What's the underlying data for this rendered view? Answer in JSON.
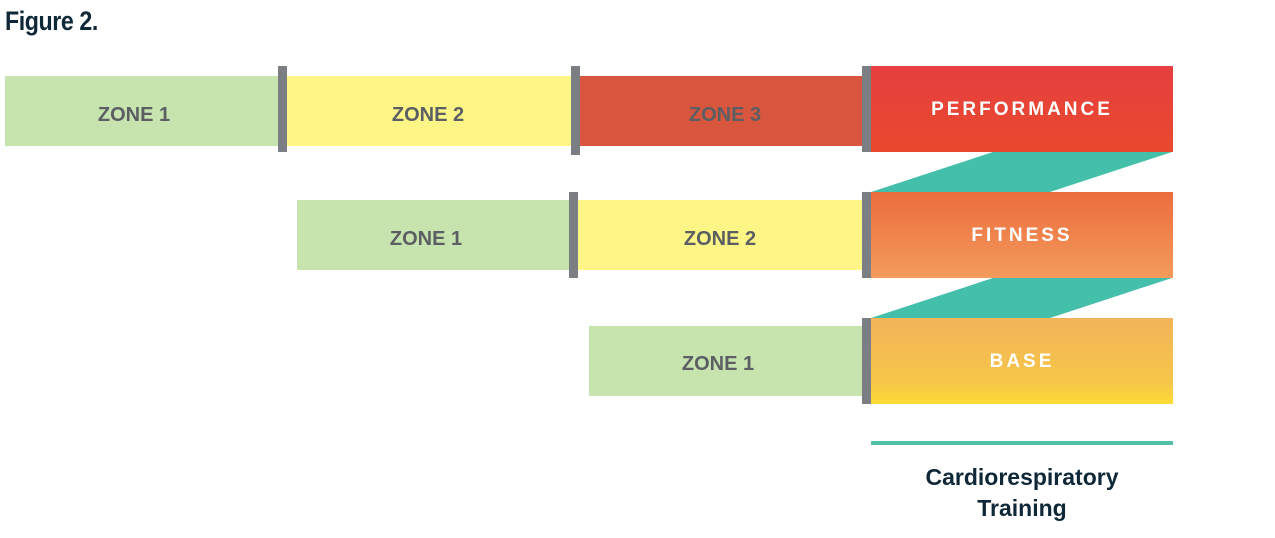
{
  "figure_title": "Figure 2.",
  "rows": [
    {
      "tier": "PERFORMANCE",
      "zones": [
        "ZONE 1",
        "ZONE 2",
        "ZONE 3"
      ]
    },
    {
      "tier": "FITNESS",
      "zones": [
        "ZONE 1",
        "ZONE 2"
      ]
    },
    {
      "tier": "BASE",
      "zones": [
        "ZONE 1"
      ]
    }
  ],
  "caption": {
    "line1": "Cardiorespiratory",
    "line2": "Training"
  },
  "colors": {
    "zone1": "#c8e4ae",
    "zone2": "#fdf585",
    "zone3": "#d8553e",
    "divider": "#7b7f83",
    "connector": "#43bfaa",
    "performance_top": "#e63f3f",
    "performance_bottom": "#e9492e",
    "fitness_top": "#ec6c3d",
    "fitness_bottom": "#f39b5c",
    "base_top": "#f2b359",
    "base_bottom": "#fbdc34",
    "caption_rule": "#52bfa9",
    "title_text": "#0f2838"
  }
}
